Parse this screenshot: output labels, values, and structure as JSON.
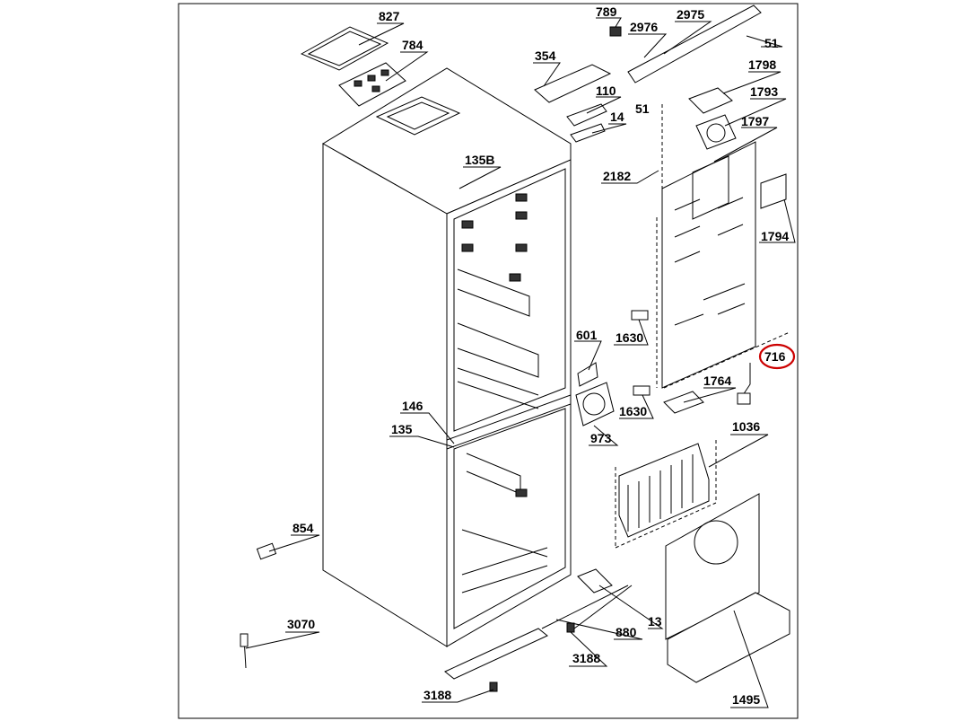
{
  "diagram": {
    "part_labels": {
      "p827": "827",
      "p784": "784",
      "p789": "789",
      "p2976": "2976",
      "p2975": "2975",
      "p51a": "51",
      "p51b": "51",
      "p354": "354",
      "p110": "110",
      "p14": "14",
      "p1798": "1798",
      "p1793": "1793",
      "p1797": "1797",
      "p2182": "2182",
      "p135B": "135B",
      "p1794": "1794",
      "p601": "601",
      "p1630a": "1630",
      "p1630b": "1630",
      "p716": "716",
      "p1764": "1764",
      "p146": "146",
      "p135": "135",
      "p973": "973",
      "p1036": "1036",
      "p854": "854",
      "p3070": "3070",
      "p13": "13",
      "p880": "880",
      "p3188a": "3188",
      "p3188b": "3188",
      "p1495": "1495"
    },
    "highlight_color": "#cc0000"
  }
}
